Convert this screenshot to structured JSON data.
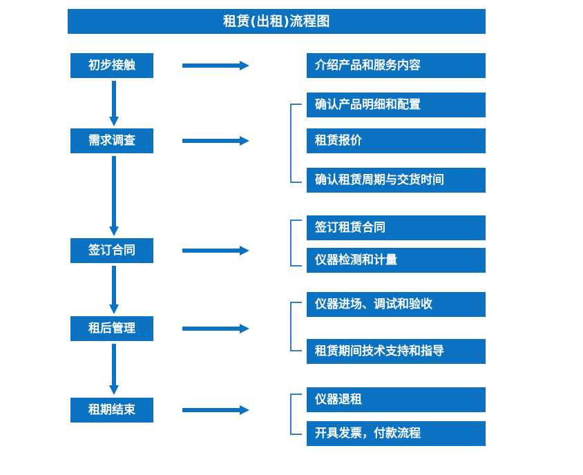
{
  "chart": {
    "title": "租赁(出租)流程图",
    "accent_color": "#0a72c0",
    "bracket_color": "#2f7fc4",
    "text_color": "#ffffff",
    "background_color": "#ffffff"
  },
  "stages": [
    {
      "id": "stage-1",
      "label": "初步接触"
    },
    {
      "id": "stage-2",
      "label": "需求调查"
    },
    {
      "id": "stage-3",
      "label": "签订合同"
    },
    {
      "id": "stage-4",
      "label": "租后管理"
    },
    {
      "id": "stage-5",
      "label": "租期结束"
    }
  ],
  "details": [
    {
      "id": "detail-1-1",
      "label": "介绍产品和服务内容"
    },
    {
      "id": "detail-2-1",
      "label": "确认产品明细和配置"
    },
    {
      "id": "detail-2-2",
      "label": "租赁报价"
    },
    {
      "id": "detail-2-3",
      "label": "确认租赁周期与交货时间"
    },
    {
      "id": "detail-3-1",
      "label": "签订租赁合同"
    },
    {
      "id": "detail-3-2",
      "label": "仪器检测和计量"
    },
    {
      "id": "detail-4-1",
      "label": "仪器进场、调试和验收"
    },
    {
      "id": "detail-4-2",
      "label": "租赁期间技术支持和指导"
    },
    {
      "id": "detail-5-1",
      "label": "仪器退租"
    },
    {
      "id": "detail-5-2",
      "label": "开具发票，付款流程"
    }
  ],
  "connectors": {
    "horizontal_arrow_count": 5,
    "vertical_arrow_count": 4,
    "bracket_count": 4
  }
}
